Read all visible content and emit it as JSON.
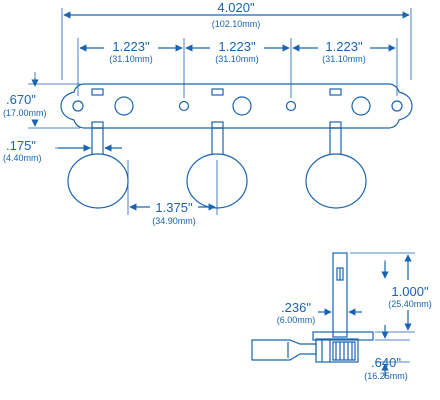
{
  "colors": {
    "line": "#1a63b0",
    "fill": "#ffffff"
  },
  "dimensions": {
    "overall_length": {
      "inch": "4.020\"",
      "mm": "(102.10mm)"
    },
    "spacing_1": {
      "inch": "1.223\"",
      "mm": "(31.10mm)"
    },
    "spacing_2": {
      "inch": "1.223\"",
      "mm": "(31.10mm)"
    },
    "spacing_3": {
      "inch": "1.223\"",
      "mm": "(31.10mm)"
    },
    "plate_height": {
      "inch": ".670\"",
      "mm": "(17.00mm)"
    },
    "post_offset": {
      "inch": ".175\"",
      "mm": "(4.40mm)"
    },
    "button_spacing": {
      "inch": "1.375\"",
      "mm": "(34.90mm)"
    },
    "side_width": {
      "inch": ".236\"",
      "mm": "(6.00mm)"
    },
    "side_height": {
      "inch": "1.000\"",
      "mm": "(25.40mm)"
    },
    "side_depth": {
      "inch": ".640\"",
      "mm": "(16.25mm)"
    }
  }
}
